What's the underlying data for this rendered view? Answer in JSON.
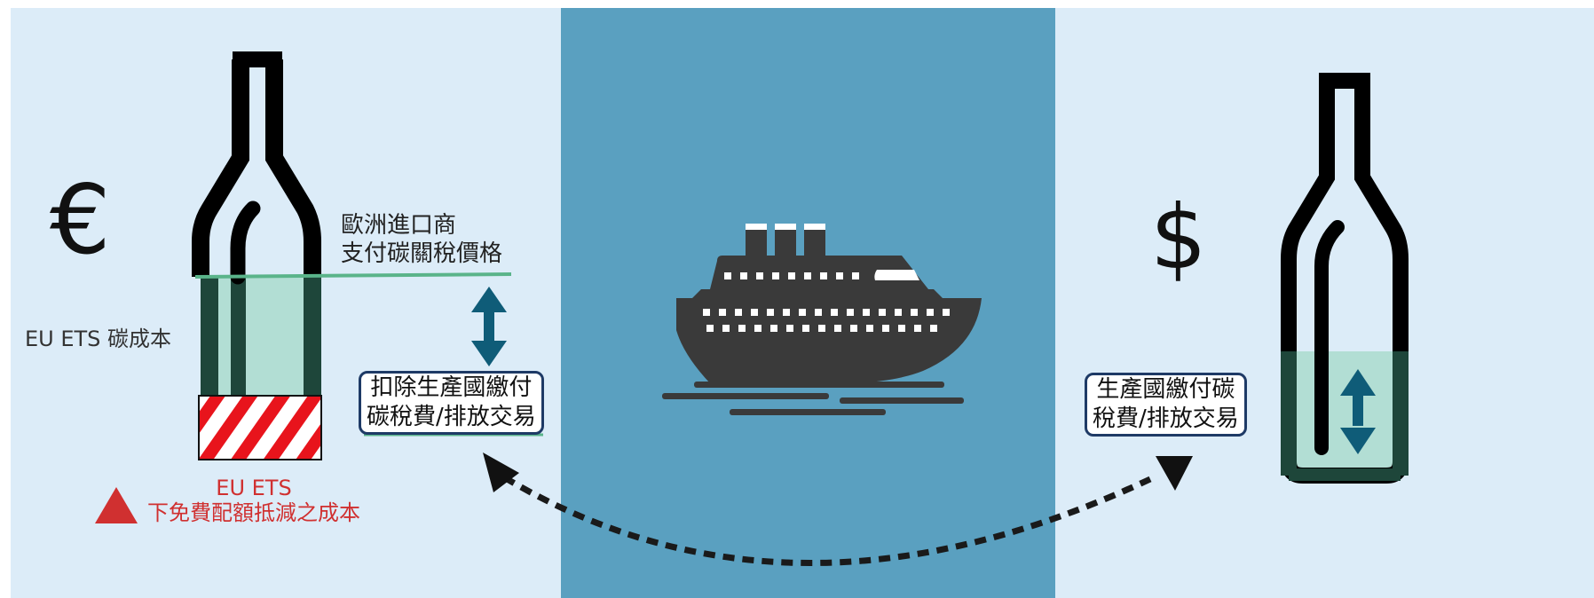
{
  "colors": {
    "panel_light": "#dcecf8",
    "panel_mid": "#5aa0c0",
    "bottle_dark": "#1e463a",
    "fill_mint": "#b2ded4",
    "line_green": "#5ab48a",
    "arrow_teal": "#0f5c78",
    "red_accent": "#d03030",
    "ship": "#3a3a3a",
    "box_border": "#1e3a66"
  },
  "left": {
    "currency_symbol": "€",
    "importer_label_line1": "歐洲進口商",
    "importer_label_line2": "支付碳關稅價格",
    "ets_cost_label": "EU ETS 碳成本",
    "deduction_box_line1": "扣除生產國繳付",
    "deduction_box_line2": "碳稅費/排放交易",
    "free_allowance_line1": "EU ETS",
    "free_allowance_line2": "下免費配額抵減之成本"
  },
  "center": {
    "icon": "cruise-ship-icon"
  },
  "right": {
    "currency_symbol": "$",
    "producer_box_line1": "生產國繳付碳",
    "producer_box_line2": "稅費/排放交易"
  },
  "connector": {
    "style": "dashed-curve-double-arrow"
  }
}
